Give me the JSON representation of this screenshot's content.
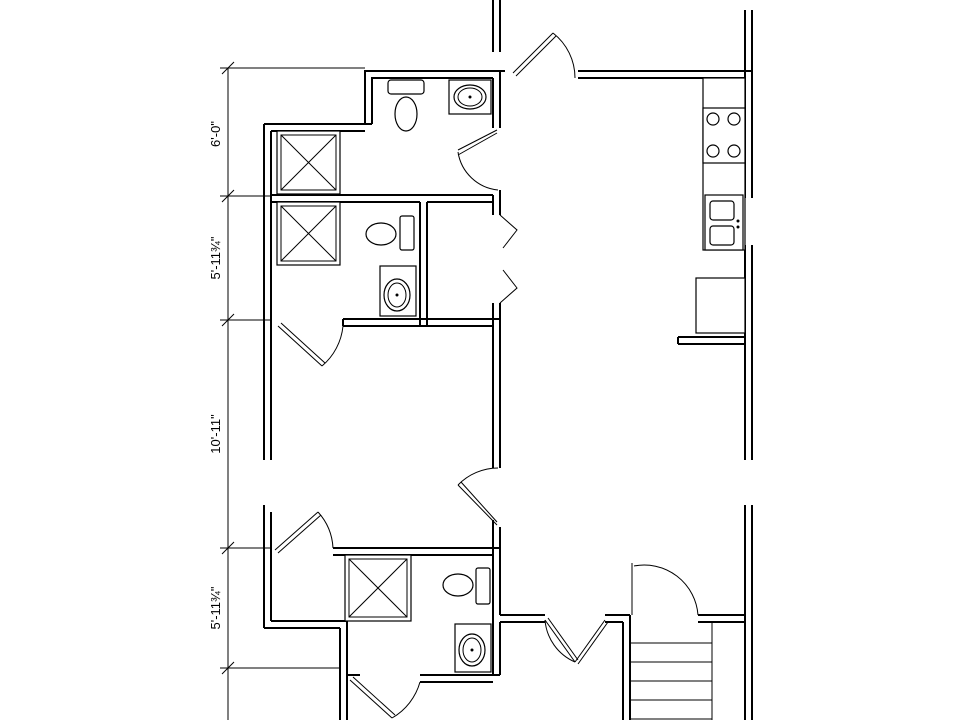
{
  "plan": {
    "dimensions": [
      {
        "id": "dim-1",
        "label": "6'-0\""
      },
      {
        "id": "dim-2",
        "label": "5'-11¾\""
      },
      {
        "id": "dim-3",
        "label": "10'-11\""
      },
      {
        "id": "dim-4",
        "label": "5'-11¾\""
      }
    ]
  },
  "colors": {
    "line": "#000000",
    "background": "#ffffff"
  }
}
